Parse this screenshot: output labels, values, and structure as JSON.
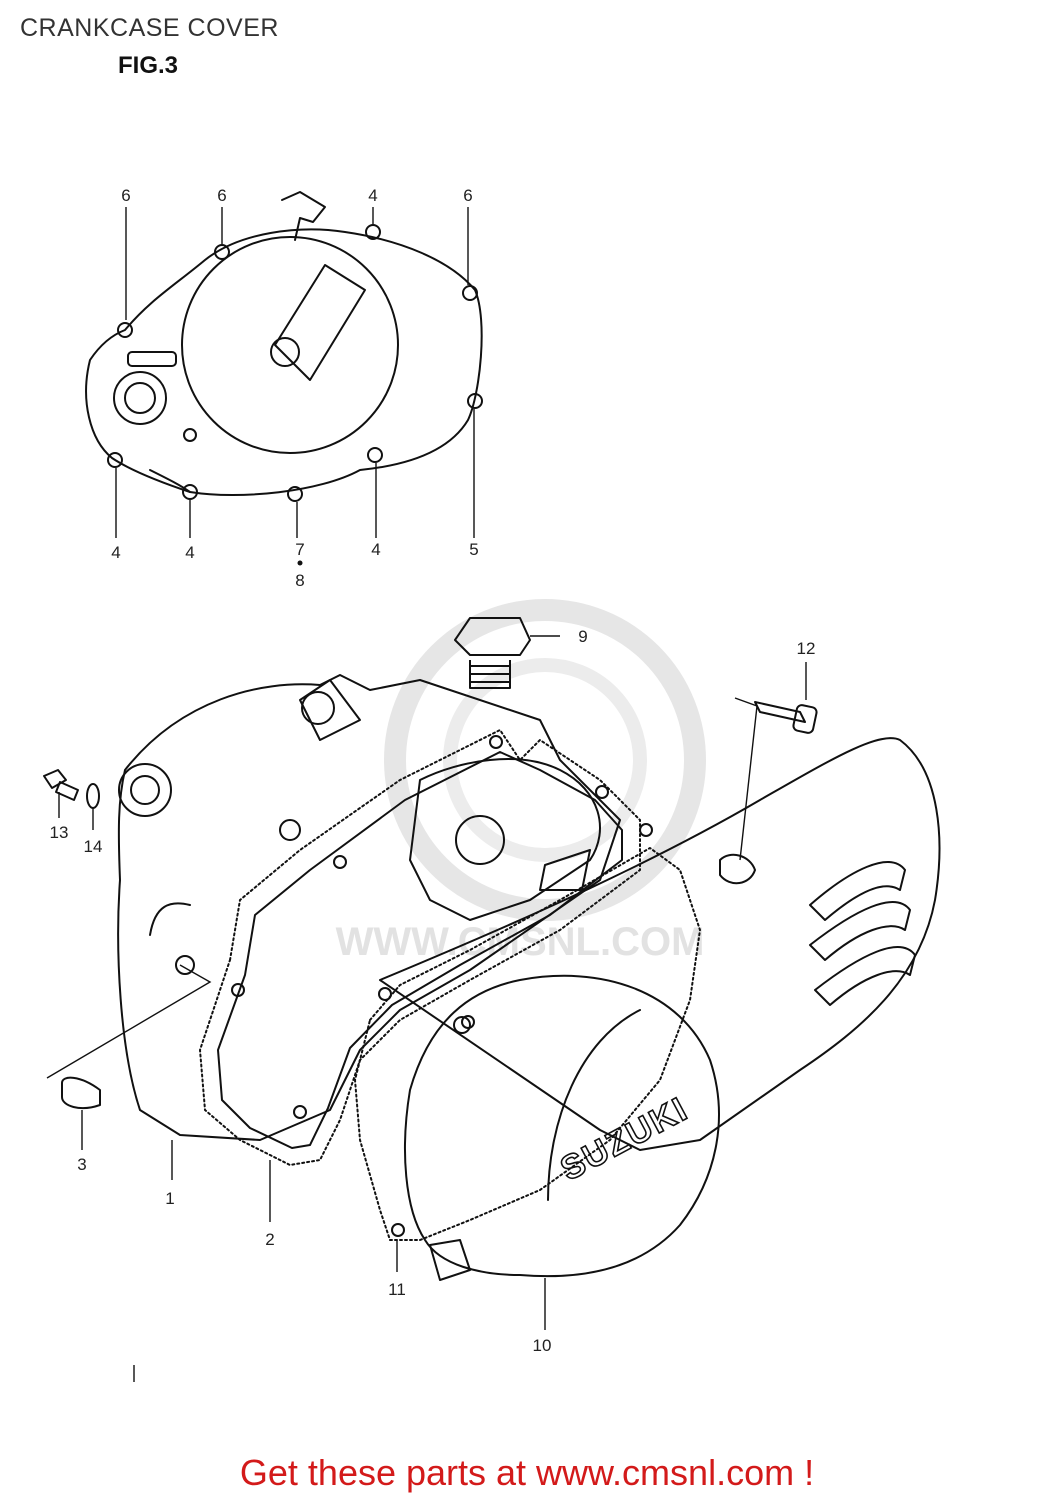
{
  "header": {
    "title": "CRANKCASE COVER",
    "figure": "FIG.3"
  },
  "brand_text": "SUZUKI",
  "watermark": "WWW.CMSNL.COM",
  "callouts": {
    "c6a": "6",
    "c6b": "6",
    "c4top": "4",
    "c6c": "6",
    "c4a": "4",
    "c4b": "4",
    "c7": "7",
    "c8": "8",
    "c4c": "4",
    "c5": "5",
    "c9": "9",
    "c12": "12",
    "c13": "13",
    "c14": "14",
    "c3": "3",
    "c1": "1",
    "c2": "2",
    "c11": "11",
    "c10": "10"
  },
  "footer": {
    "text": "Get these parts at www.cmsnl.com !"
  },
  "colors": {
    "line": "#111111",
    "footer": "#d31a1a",
    "watermark": "#e2e2e2"
  }
}
